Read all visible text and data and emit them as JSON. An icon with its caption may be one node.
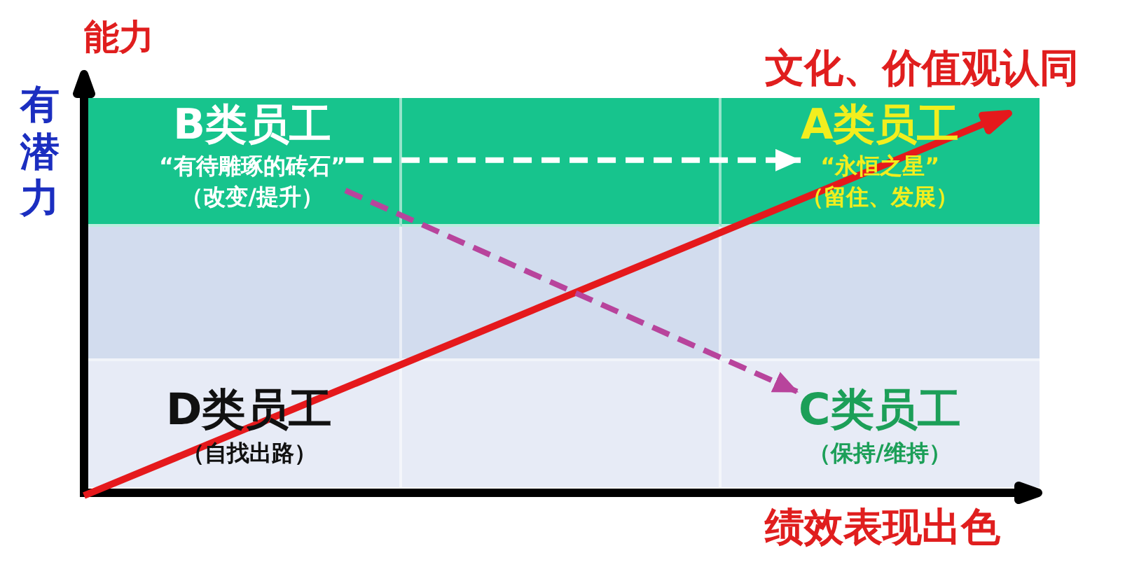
{
  "diagram": {
    "nodes": [
      {
        "text": [
          "B类员工",
          "“有待雕琢的砖石”",
          "（改变/提升）"
        ]
      },
      {
        "text": [
          "A类员工",
          "“永恒之星”",
          "（留住、发展）"
        ]
      },
      {
        "text": [
          "D类员工",
          "（自找出路）"
        ]
      },
      {
        "text": [
          "C类员工",
          "（保持/维持）"
        ]
      }
    ],
    "edges": [
      {
        "from": 0,
        "to": 1,
        "arrow": "to",
        "style": "dashed",
        "color": "#ffffff"
      },
      {
        "from": 0,
        "to": 3,
        "arrow": "to",
        "style": "dashed",
        "color": "#b8449c"
      }
    ],
    "labels": [
      "能力",
      "文化、价值观认同",
      "有潜力",
      "绩效表现出色"
    ]
  }
}
